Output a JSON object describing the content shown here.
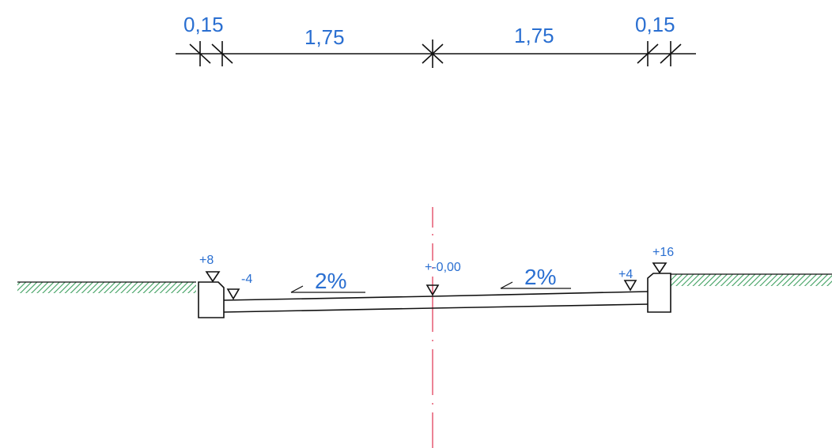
{
  "dimensions": {
    "left_curb": "0,15",
    "left_lane": "1,75",
    "right_lane": "1,75",
    "right_curb": "0,15"
  },
  "levels": {
    "left_curb_top": "+8",
    "left_gutter": "-4",
    "center": "+-0,00",
    "right_gutter": "+4",
    "right_curb_top": "+16"
  },
  "slopes": {
    "left": "2%",
    "right": "2%"
  },
  "colors": {
    "annotation": "#2a6fd1",
    "axis": "#e0304e",
    "terrain": "#3fa060",
    "ink": "#111111"
  }
}
